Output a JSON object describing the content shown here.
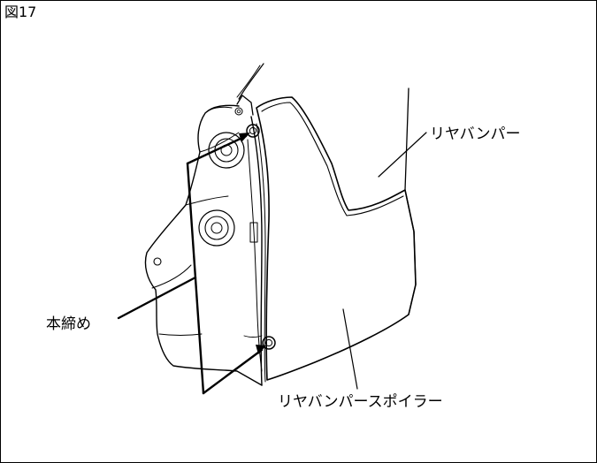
{
  "figure": {
    "label": "図17"
  },
  "callouts": {
    "rear_bumper": "リヤバンパー",
    "final_tighten": "本締め",
    "rear_bumper_spoiler": "リヤバンパースポイラー"
  },
  "colors": {
    "line": "#000000",
    "background": "#ffffff"
  }
}
